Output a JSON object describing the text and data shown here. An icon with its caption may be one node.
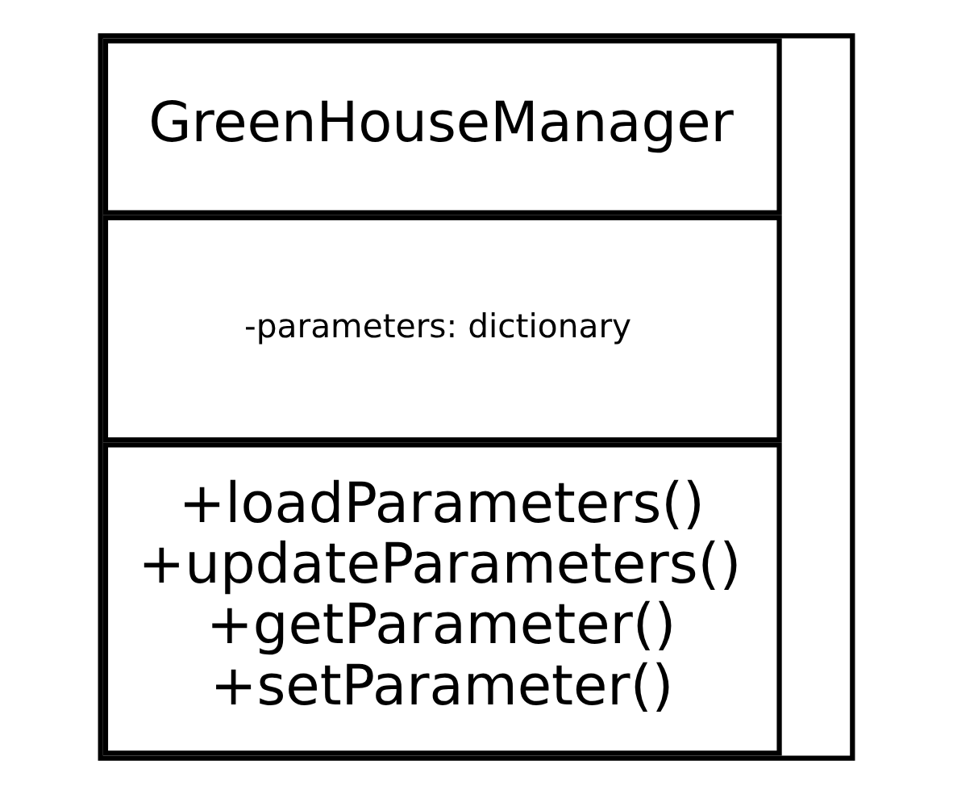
{
  "diagram": {
    "nodes": [
      {
        "text": [
          "GreenHouseManager",
          "-parameters: dictionary",
          "+loadParameters()",
          "+updateParameters()",
          "+getParameter()",
          "+setParameter()"
        ]
      }
    ]
  }
}
